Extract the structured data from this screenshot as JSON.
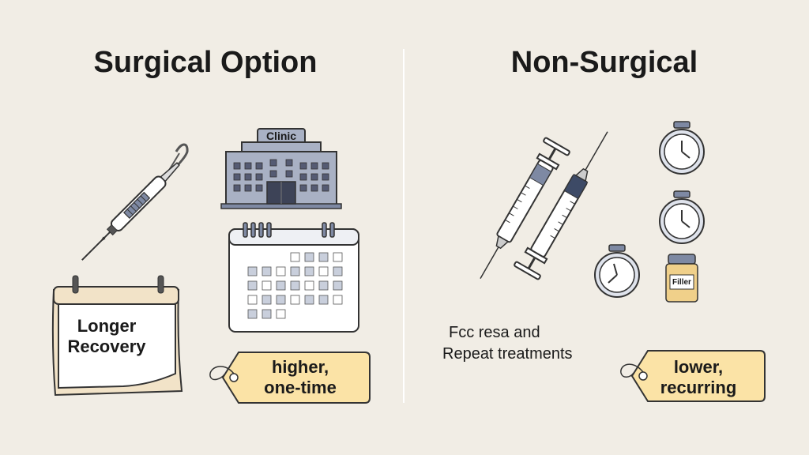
{
  "left": {
    "title": "Surgical Option",
    "clinic_sign": "Clinic",
    "recovery_label": "Longer Recovery",
    "cost_tag": "higher, one-time"
  },
  "right": {
    "title": "Non-Surgical",
    "treatment_text_line1": "Fcc resa and",
    "treatment_text_line2": "Repeat treatments",
    "vial_label": "Filler",
    "cost_tag": "lower, recurring"
  },
  "colors": {
    "background": "#f1ede5",
    "accent_slate": "#7e89a3",
    "tag_fill": "#fbe3a6",
    "calendar_paper": "#f2e3c8"
  }
}
